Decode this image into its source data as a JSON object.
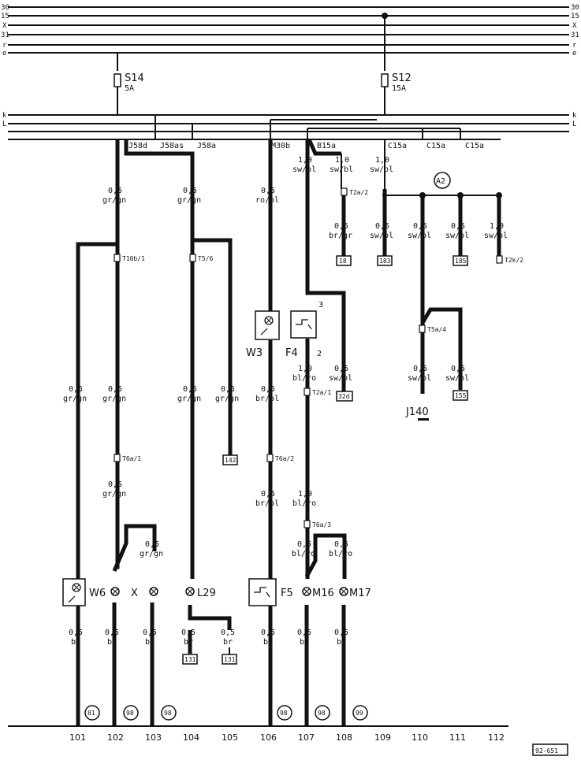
{
  "bus_rails": [
    "30",
    "15",
    "X",
    "31",
    "r",
    "e"
  ],
  "aux_rails": [
    "k",
    "L"
  ],
  "fuses": [
    {
      "name": "S14",
      "rating": "5A"
    },
    {
      "name": "S12",
      "rating": "15A"
    }
  ],
  "junctions": {
    "j58d": "J58d",
    "j58as": "J58as",
    "j58a": "J58a",
    "m30b": "M30b",
    "b15a": "B15a",
    "c15a_1": "C15a",
    "c15a_2": "C15a",
    "c15a_3": "C15a"
  },
  "wires": {
    "w104a": [
      "0,5",
      "gr/gn"
    ],
    "w104b": [
      "0,5",
      "gr/gn"
    ],
    "w106a": [
      "0,5",
      "ro/bl"
    ],
    "w107a": [
      "1,0",
      "sw/bl"
    ],
    "w108a": [
      "1,0",
      "sw/bl"
    ],
    "w109a": [
      "1,0",
      "sw/bl"
    ],
    "w108b": [
      "0,5",
      "br/gr"
    ],
    "w109b": [
      "0,5",
      "sw/bl"
    ],
    "w110a": [
      "0,5",
      "sw/bl"
    ],
    "w111a": [
      "0,5",
      "sw/bl"
    ],
    "w112a": [
      "1,0",
      "sw/bl"
    ],
    "w101a": [
      "0,5",
      "gr/gn"
    ],
    "w102a": [
      "0,5",
      "gr/gn"
    ],
    "w104c": [
      "0,5",
      "gr/gn"
    ],
    "w105a": [
      "0,5",
      "gr/gn"
    ],
    "w106b": [
      "0,5",
      "br/bl"
    ],
    "w107b": [
      "1,0",
      "bl/ro"
    ],
    "w108c": [
      "0,5",
      "sw/bl"
    ],
    "w110b": [
      "0,5",
      "sw/bl"
    ],
    "w111b": [
      "0,5",
      "sw/bl"
    ],
    "w102b": [
      "0,5",
      "gr/gn"
    ],
    "w106c": [
      "0,5",
      "br/bl"
    ],
    "w107c": [
      "1,0",
      "bl/ro"
    ],
    "w103a": [
      "0,5",
      "gr/gn"
    ],
    "w107d": [
      "0,5",
      "bl/ro"
    ],
    "w108d": [
      "0,5",
      "bl/ro"
    ],
    "w101b": [
      "0,5",
      "br"
    ],
    "w102c": [
      "0,5",
      "br"
    ],
    "w103b": [
      "0,5",
      "br"
    ],
    "w104d": [
      "0,5",
      "br"
    ],
    "w105b": [
      "0,5",
      "br"
    ],
    "w106d": [
      "0,5",
      "br"
    ],
    "w107e": [
      "0,5",
      "br"
    ],
    "w108e": [
      "0,5",
      "br"
    ]
  },
  "connectors": {
    "t2a2a": "T2a/2",
    "t10b1": "T10b/1",
    "t56": "T5/6",
    "t2a1": "T2a/1",
    "t6a1": "T6a/1",
    "t6a2": "T6a/2",
    "t6a3": "T6a/3",
    "t5a4": "T5a/4",
    "t2k2": "T2k/2"
  },
  "components": {
    "w3": "W3",
    "f4": "F4",
    "f4pin3": "3",
    "f4pin2": "2",
    "w6": "W6",
    "x": "X",
    "l29": "L29",
    "f5": "F5",
    "m16": "M16",
    "m17": "M17",
    "j140": "J140",
    "a2": "A2"
  },
  "ground_terminals": {
    "g108": "18",
    "g109": "183",
    "g111": "185",
    "g107": "32d",
    "g111b": "155",
    "g105": "142",
    "g104": "131",
    "g105b": "131"
  },
  "ground_points": {
    "gp101": "81",
    "gp102": "98",
    "gp103": "98",
    "gp106": "98",
    "gp107": "98",
    "gp108": "99"
  },
  "column_numbers": [
    "101",
    "102",
    "103",
    "104",
    "105",
    "106",
    "107",
    "108",
    "109",
    "110",
    "111",
    "112"
  ],
  "page_code": "92-651"
}
